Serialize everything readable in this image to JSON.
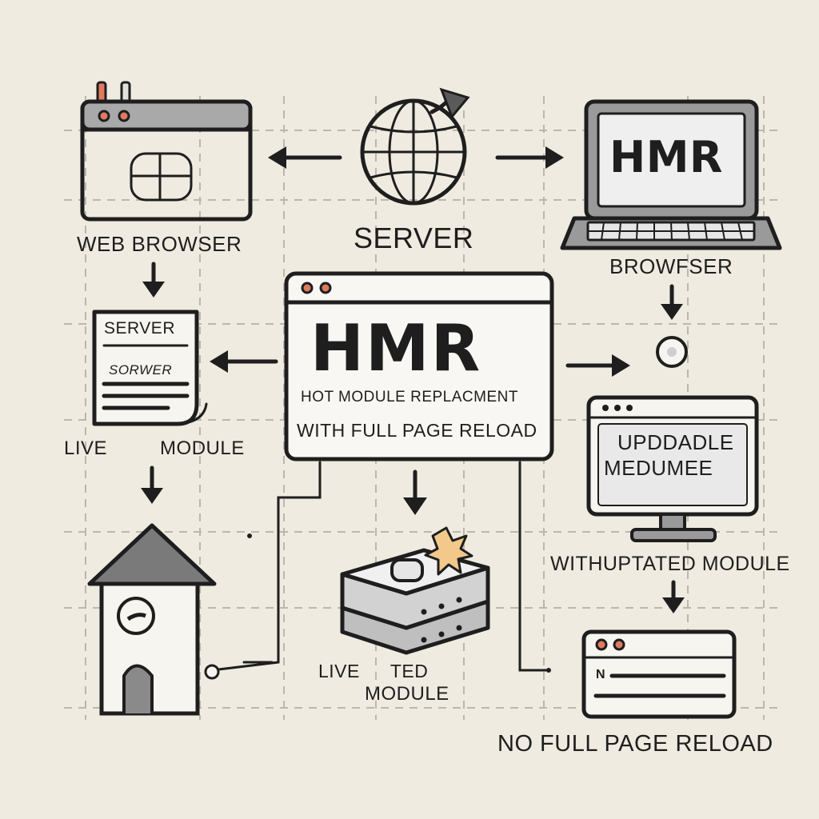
{
  "labels": {
    "web_browser": "WEB BROWSER",
    "server_top": "SERVER",
    "laptop_screen": "HMR",
    "browser_right": "BROWFSER",
    "doc_title": "SERVER",
    "doc_sub": "SORWER",
    "live_module_left": "LIVE",
    "live_module_left_tail": "MODULE",
    "hmr_title": "HMR",
    "hmr_line1": "HOT MODULE REPLACMENT",
    "hmr_line2": "WITH FULL PAGE RELOAD",
    "monitor_line1": "UPDDADLE",
    "monitor_line2": "MEDUMEE",
    "with_updated": "WITHUPTATED MODULE",
    "live_bottom_a": "LIVE",
    "live_bottom_b": "TED",
    "live_bottom_c": "MODULE",
    "page_row": "N",
    "no_reload": "NO FULL PAGE RELOAD"
  },
  "colors": {
    "ink": "#1e1e1e",
    "paper": "#efebe0",
    "gray": "#8f8f8f",
    "light_gray": "#e3e1dc",
    "accent_orange": "#e07a5f",
    "accent_star": "#f2c98a"
  },
  "icons": [
    "browser-window-icon",
    "globe-icon",
    "laptop-icon",
    "document-icon",
    "monitor-icon",
    "house-tower-icon",
    "server-stack-icon",
    "star-burst-icon",
    "circle-node-icon"
  ]
}
